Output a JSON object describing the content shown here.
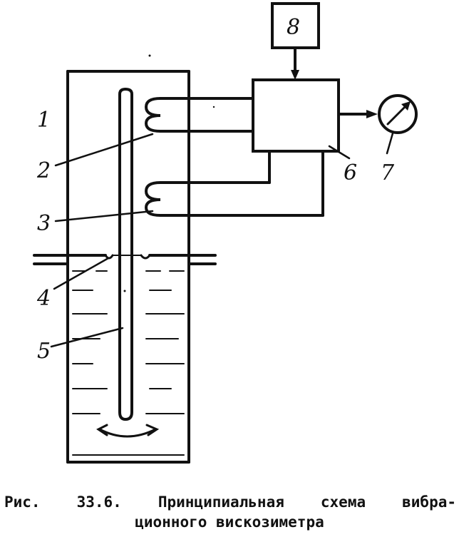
{
  "labels": {
    "vessel": "1",
    "coil_drive": "2",
    "coil_sense": "3",
    "support": "4",
    "probe": "5",
    "block": "6",
    "meter": "7",
    "generator": "8"
  },
  "caption": {
    "line1": "Рис. 33.6. Принципиальная схема вибра-",
    "line2": "ционного вискозиметра"
  },
  "icons": {
    "meter": "gauge-dial-icon",
    "oscillation": "double-arrow-arc-icon"
  },
  "colors": {
    "ink": "#111111",
    "paper": "#ffffff"
  }
}
